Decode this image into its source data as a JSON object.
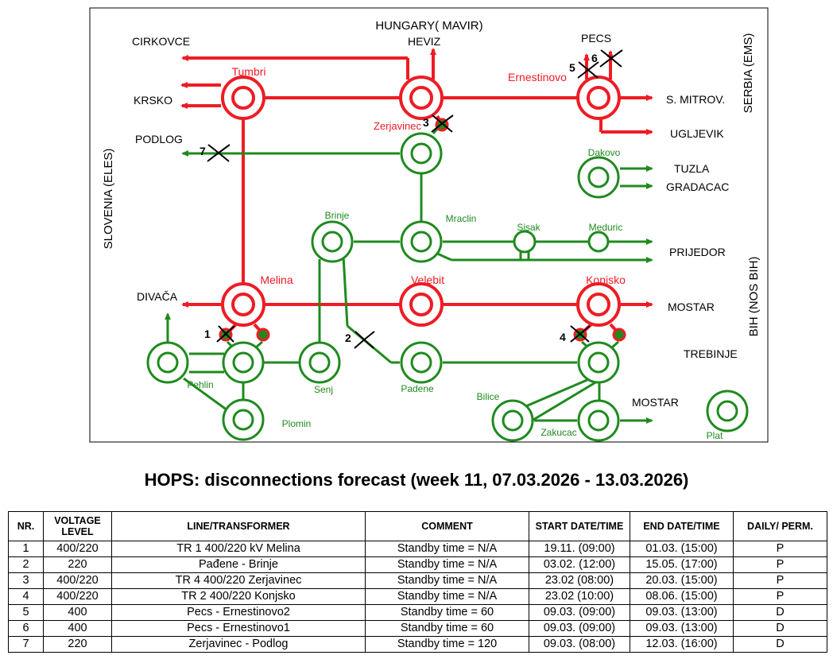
{
  "diagram": {
    "nodes": [
      {
        "id": "tumbri",
        "label": "Tumbri",
        "voltage": "400"
      },
      {
        "id": "heviz_node",
        "label": "",
        "voltage": "400"
      },
      {
        "id": "ernestinovo",
        "label": "Ernestinovo",
        "voltage": "400"
      },
      {
        "id": "zerjavinec",
        "label": "Zerjavinec",
        "voltage": "220"
      },
      {
        "id": "dakovo",
        "label": "Dakovo",
        "voltage": "220"
      },
      {
        "id": "brinje",
        "label": "Brinje",
        "voltage": "220"
      },
      {
        "id": "mraclin",
        "label": "Mraclin",
        "voltage": "220"
      },
      {
        "id": "sisak",
        "label": "Sisak",
        "voltage": "220"
      },
      {
        "id": "meduric",
        "label": "Meduric",
        "voltage": "220"
      },
      {
        "id": "melina",
        "label": "Melina",
        "voltage": "400"
      },
      {
        "id": "velebit",
        "label": "Velebit",
        "voltage": "400"
      },
      {
        "id": "konjsko",
        "label": "Konjsko",
        "voltage": "400"
      },
      {
        "id": "pehlin",
        "label": "Pehlin",
        "voltage": "220"
      },
      {
        "id": "melina220",
        "label": "",
        "voltage": "220"
      },
      {
        "id": "senj",
        "label": "Senj",
        "voltage": "220"
      },
      {
        "id": "padene",
        "label": "Padene",
        "voltage": "220"
      },
      {
        "id": "konjsko220",
        "label": "",
        "voltage": "220"
      },
      {
        "id": "plomin",
        "label": "Plomin",
        "voltage": "220"
      },
      {
        "id": "bilice",
        "label": "Bilice",
        "voltage": "220"
      },
      {
        "id": "zakucac",
        "label": "Zakucac",
        "voltage": "220"
      },
      {
        "id": "plat",
        "label": "Plat",
        "voltage": "220"
      }
    ],
    "borders": {
      "hungary": "HUNGARY( MAVIR)",
      "serbia": "SERBIA (EMS)",
      "slovenia": "SLOVENIA (ELES)",
      "bih": "BIH (NOS BIH)"
    },
    "destinations": {
      "cirkovce": "CIRKOVCE",
      "krsko": "KRSKO",
      "podlog": "PODLOG",
      "heviz": "HEVIZ",
      "pecs": "PECS",
      "s_mitrov": "S. MITROV.",
      "ugljevik": "UGLJEVIK",
      "tuzla": "TUZLA",
      "gradacac": "GRADACAC",
      "prijedor": "PRIJEDOR",
      "divaca": "DIVAČA",
      "mostar1": "MOSTAR",
      "trebinje": "TREBINJE",
      "mostar2": "MOSTAR"
    },
    "markers": [
      "1",
      "2",
      "3",
      "4",
      "5",
      "6",
      "7"
    ],
    "colors": {
      "kv400": "#ee1c24",
      "kv220": "#1f8a1f",
      "cross": "#000000"
    }
  },
  "title": "HOPS: disconnections forecast (week 11, 07.03.2026 - 13.03.2026)",
  "table": {
    "headers": [
      "NR.",
      "VOLTAGE LEVEL",
      "LINE/TRANSFORMER",
      "COMMENT",
      "START DATE/TIME",
      "END DATE/TIME",
      "DAILY/ PERM."
    ],
    "rows": [
      [
        "1",
        "400/220",
        "TR 1 400/220 kV Melina",
        "Standby time = N/A",
        "19.11. (09:00)",
        "01.03. (15:00)",
        "P"
      ],
      [
        "2",
        "220",
        "Pađene - Brinje",
        "Standby time = N/A",
        "03.02. (12:00)",
        "15.05. (17:00)",
        "P"
      ],
      [
        "3",
        "400/220",
        "TR 4 400/220 Zerjavinec",
        "Standby time = N/A",
        "23.02 (08:00)",
        "20.03. (15:00)",
        "P"
      ],
      [
        "4",
        "400/220",
        "TR 2 400/220 Konjsko",
        "Standby time = N/A",
        "23.02 (10:00)",
        "08.06. (15:00)",
        "P"
      ],
      [
        "5",
        "400",
        "Pecs - Ernestinovo2",
        "Standby time = 60",
        "09.03. (09:00)",
        "09.03. (13:00)",
        "D"
      ],
      [
        "6",
        "400",
        "Pecs - Ernestinovo1",
        "Standby time = 60",
        "09.03. (09:00)",
        "09.03. (13:00)",
        "D"
      ],
      [
        "7",
        "220",
        "Zerjavinec - Podlog",
        "Standby time = 120",
        "09.03. (08:00)",
        "12.03. (16:00)",
        "D"
      ]
    ]
  }
}
